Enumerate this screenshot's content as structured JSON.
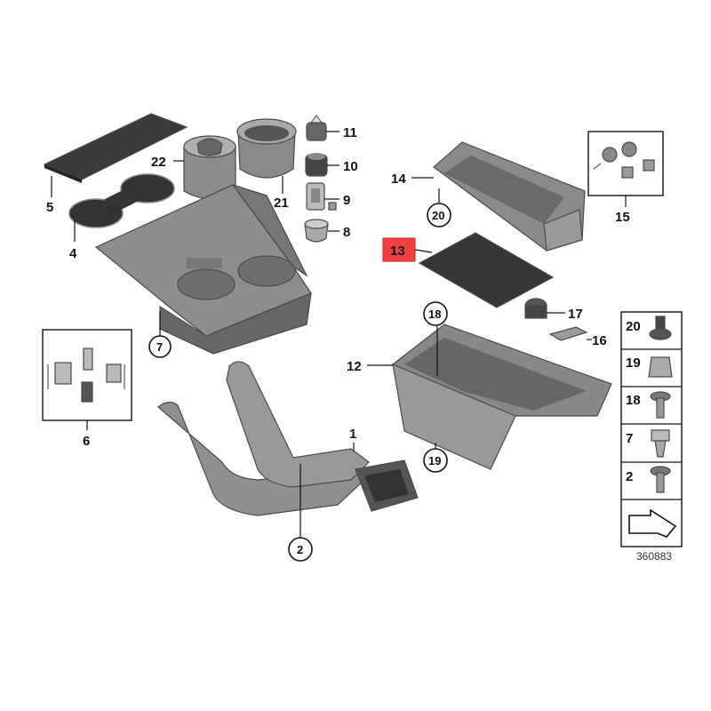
{
  "callouts": {
    "c1": "1",
    "c2": "2",
    "c4": "4",
    "c5": "5",
    "c6": "6",
    "c7": "7",
    "c8": "8",
    "c9": "9",
    "c10": "10",
    "c11": "11",
    "c12": "12",
    "c13": "13",
    "c14": "14",
    "c15": "15",
    "c16": "16",
    "c17": "17",
    "c18": "18",
    "c19": "19",
    "c20": "20",
    "c21": "21",
    "c22": "22"
  },
  "legend": {
    "items": [
      {
        "label": "20",
        "icon": "screw-grommet-icon"
      },
      {
        "label": "19",
        "icon": "clip-nut-icon"
      },
      {
        "label": "18",
        "icon": "screw-icon"
      },
      {
        "label": "7",
        "icon": "expanding-clip-icon"
      },
      {
        "label": "2",
        "icon": "screw-icon"
      }
    ]
  },
  "reference_number": "360883",
  "colors": {
    "highlight": "#f04040",
    "part_fill": "#8a8a8a",
    "mat_fill": "#333333",
    "outline": "#111111"
  }
}
